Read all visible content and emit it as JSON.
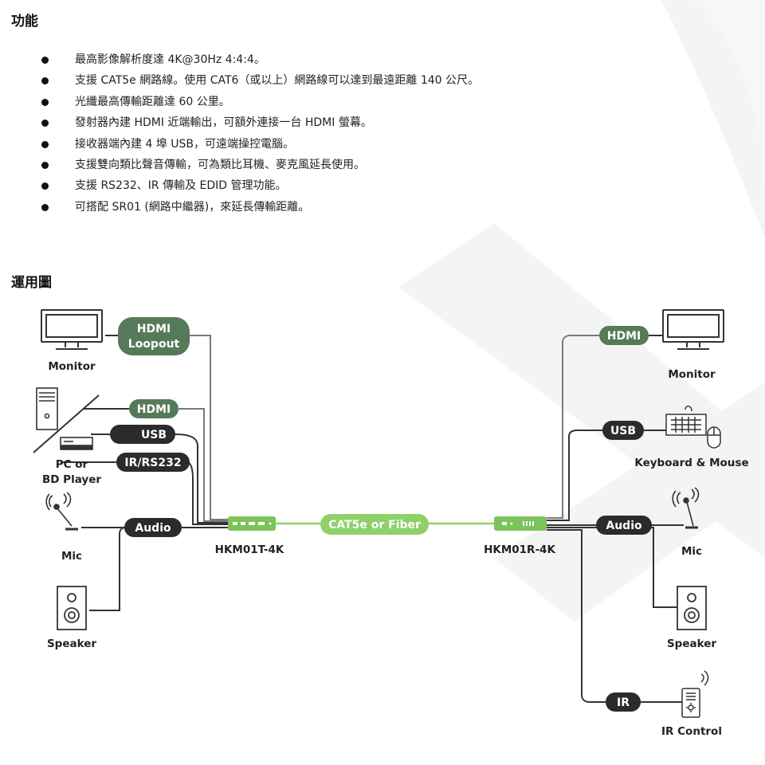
{
  "features": {
    "title": "功能",
    "items": [
      "最高影像解析度達 4K@30Hz 4:4:4。",
      "支援 CAT5e 網路線。使用 CAT6（或以上）網路線可以達到最遠距離 140 公尺。",
      "光纖最高傳輸距離達 60 公里。",
      "發射器內建 HDMI 近端輸出，可額外連接一台 HDMI 螢幕。",
      "接收器端內建 4 埠 USB，可遠端操控電腦。",
      "支援雙向類比聲音傳輸，可為類比耳機、麥克風延長使用。",
      "支援 RS232、IR 傳輸及 EDID 管理功能。",
      "可搭配 SR01 (網路中繼器)，來延長傳輸距離。"
    ]
  },
  "diagram": {
    "title": "運用圖",
    "colors": {
      "green_pill": "#557a5a",
      "dark_pill": "#2b2b2b",
      "link_green": "#8ed16a",
      "device_green": "#7cc35a",
      "line_dark": "#333333",
      "line_gray": "#7a7a7a"
    },
    "transmitter": {
      "model": "HKM01T-4K",
      "devices": {
        "monitor": "Monitor",
        "pc": "PC or",
        "pc_line2": "BD Player",
        "mic": "Mic",
        "speaker": "Speaker"
      },
      "ports": {
        "hdmi_loopout_1": "HDMI",
        "hdmi_loopout_2": "Loopout",
        "hdmi": "HDMI",
        "usb": "USB",
        "ir_rs232": "IR/RS232",
        "audio": "Audio"
      }
    },
    "link": "CAT5e or Fiber",
    "receiver": {
      "model": "HKM01R-4K",
      "devices": {
        "monitor": "Monitor",
        "keyboard_mouse": "Keyboard & Mouse",
        "mic": "Mic",
        "speaker": "Speaker",
        "ir_control": "IR Control"
      },
      "ports": {
        "hdmi": "HDMI",
        "usb": "USB",
        "audio": "Audio",
        "ir": "IR"
      }
    }
  }
}
